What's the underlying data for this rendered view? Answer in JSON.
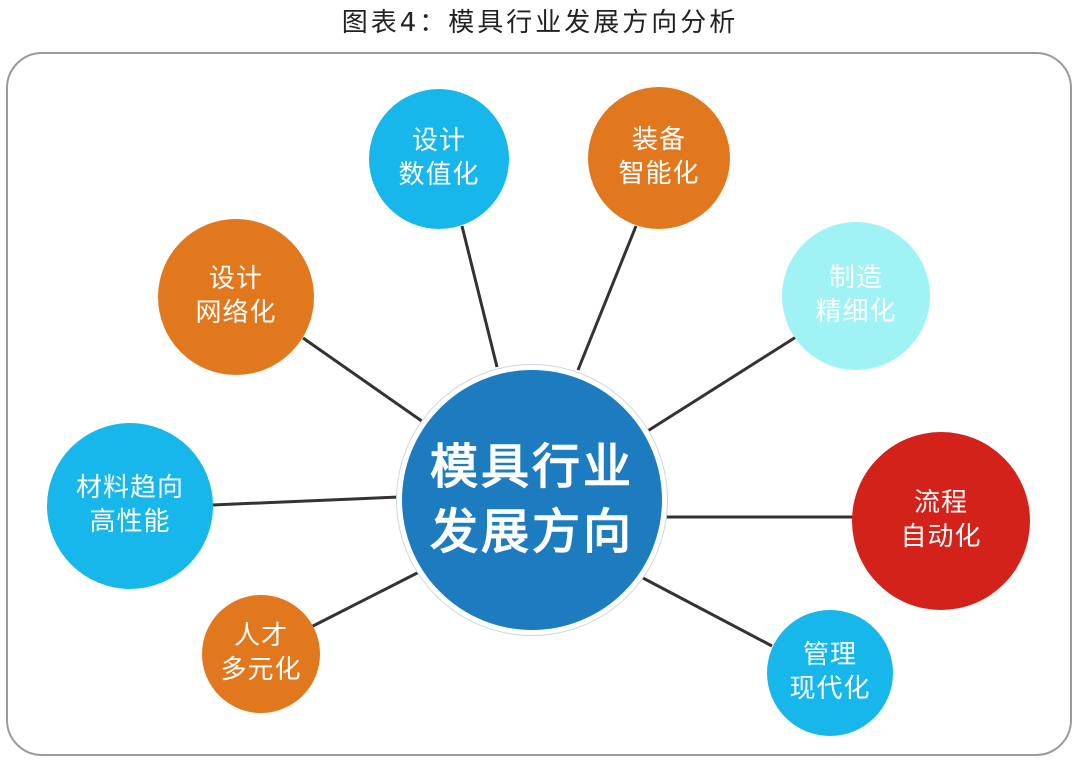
{
  "title": "图表4：模具行业发展方向分析",
  "colors": {
    "blue": "#1d7cc0",
    "cyan": "#17b7ec",
    "orange": "#e2781e",
    "light_cyan": "#9ff3f5",
    "red": "#d32219",
    "line": "#333333"
  },
  "center": {
    "line1": "模具行业",
    "line2": "发展方向"
  },
  "nodes": [
    {
      "id": "design-digitization",
      "line1": "设计",
      "line2": "数值化",
      "color": "cyan"
    },
    {
      "id": "equipment-intelligence",
      "line1": "装备",
      "line2": "智能化",
      "color": "orange"
    },
    {
      "id": "design-networking",
      "line1": "设计",
      "line2": "网络化",
      "color": "orange"
    },
    {
      "id": "manufacturing-refinement",
      "line1": "制造",
      "line2": "精细化",
      "color": "light_cyan"
    },
    {
      "id": "material-performance",
      "line1": "材料趋向",
      "line2": "高性能",
      "color": "cyan"
    },
    {
      "id": "process-automation",
      "line1": "流程",
      "line2": "自动化",
      "color": "red"
    },
    {
      "id": "talent-diversification",
      "line1": "人才",
      "line2": "多元化",
      "color": "orange"
    },
    {
      "id": "management-modernization",
      "line1": "管理",
      "line2": "现代化",
      "color": "cyan"
    }
  ]
}
